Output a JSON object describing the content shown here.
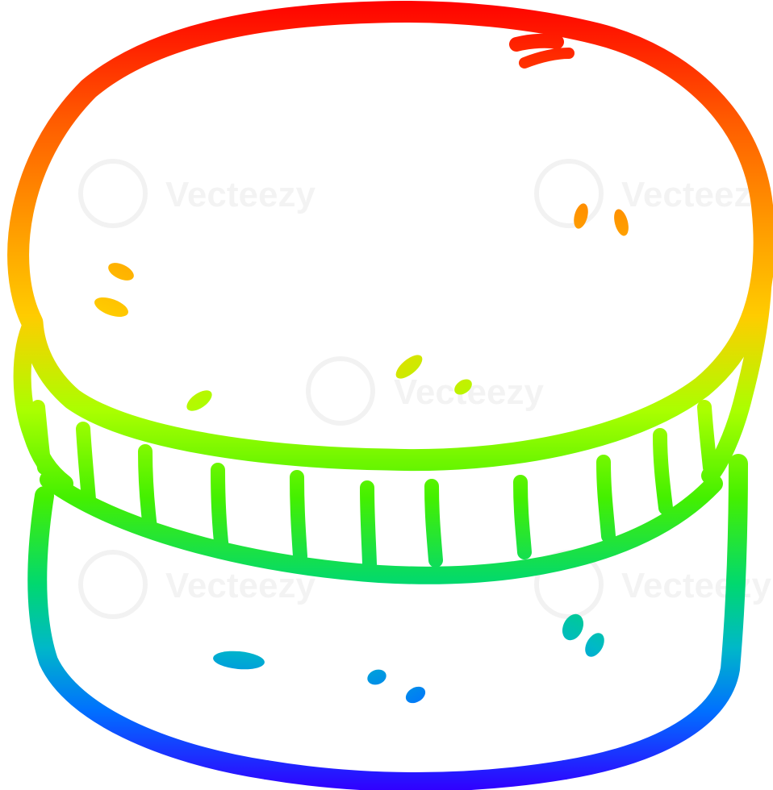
{
  "illustration": {
    "subject": "cartoon jar with ridged screw lid",
    "style": "rainbow gradient line art",
    "gradient_colors": [
      "#ff0000",
      "#ff8c00",
      "#ffd000",
      "#66ff00",
      "#00c8a0",
      "#0080ff",
      "#2b00ff"
    ]
  },
  "watermark": {
    "text": "Vecteezy",
    "icon": "vecteezy-logo-icon"
  }
}
